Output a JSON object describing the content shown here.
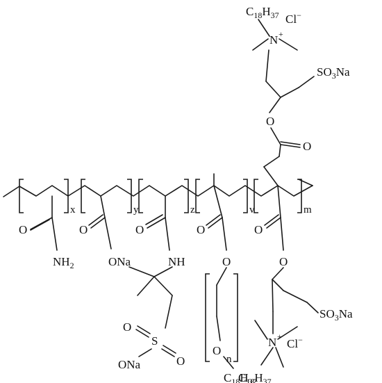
{
  "structure": {
    "repeat_subscripts": {
      "x": "x",
      "y": "y",
      "z": "z",
      "v": "v",
      "m": "m",
      "n": "n"
    },
    "atoms": {
      "O": "O",
      "N": "N",
      "S": "S",
      "nh": "NH",
      "nh2_main": "NH",
      "nh2_sub": "2",
      "ona": "ONa",
      "so3_main": "SO",
      "so3_sub": "3",
      "na": "Na",
      "c18_c": "C",
      "c18_sub1": "18",
      "c18_h": "H",
      "c18_sub2": "37",
      "cl": "Cl",
      "minus": "−",
      "plus": "+"
    }
  }
}
